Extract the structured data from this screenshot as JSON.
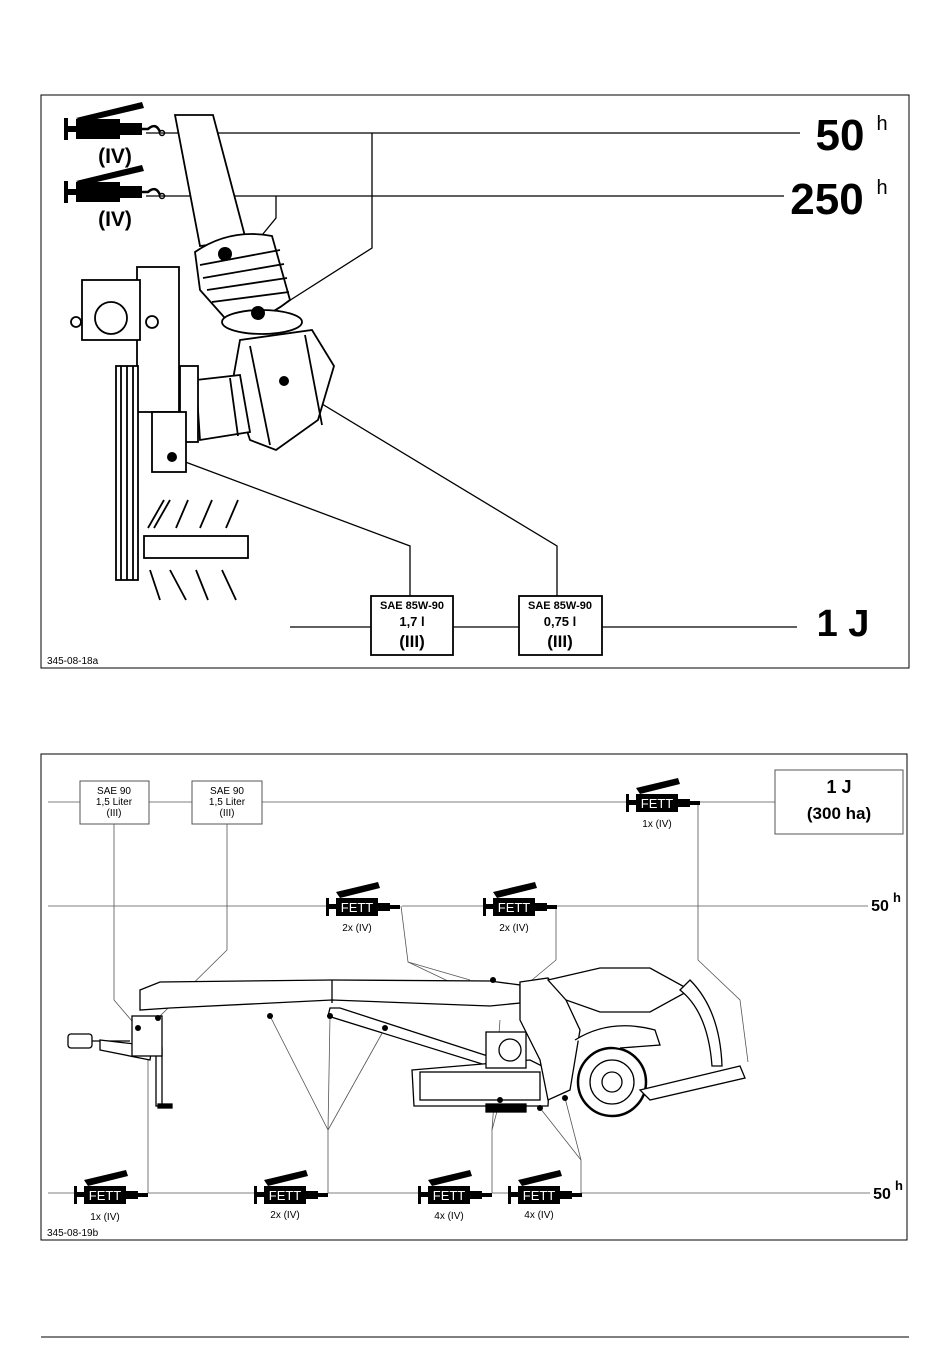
{
  "diagram1": {
    "grease_roman_top": "(IV)",
    "grease_roman_mid": "(IV)",
    "interval_50": "50",
    "interval_250": "250",
    "hour_unit_1": "h",
    "hour_unit_2": "h",
    "interval_year": "1 J",
    "oil_box_1": {
      "type": "SAE 85W-90",
      "amount": "1,7 l",
      "roman": "(III)"
    },
    "oil_box_2": {
      "type": "SAE 85W-90",
      "amount": "0,75 l",
      "roman": "(III)"
    },
    "figure_code": "345-08-18a"
  },
  "diagram2": {
    "oil_box_1": {
      "type": "SAE 90",
      "amount": "1,5 Liter",
      "roman": "(III)"
    },
    "oil_box_2": {
      "type": "SAE 90",
      "amount": "1,5 Liter",
      "roman": "(III)"
    },
    "year_box": {
      "title": "1 J",
      "subtitle": "(300 ha)"
    },
    "gun_label": "FETT",
    "counts": {
      "top_right": "1x (IV)",
      "mid_1": "2x (IV)",
      "mid_2": "2x (IV)",
      "bottom_1": "1x (IV)",
      "bottom_2": "2x (IV)",
      "bottom_3": "4x (IV)",
      "bottom_4": "4x (IV)"
    },
    "interval_mid": "50",
    "interval_bottom": "50",
    "hour_unit_mid": "h",
    "hour_unit_bottom": "h",
    "figure_code": "345-08-19b"
  }
}
